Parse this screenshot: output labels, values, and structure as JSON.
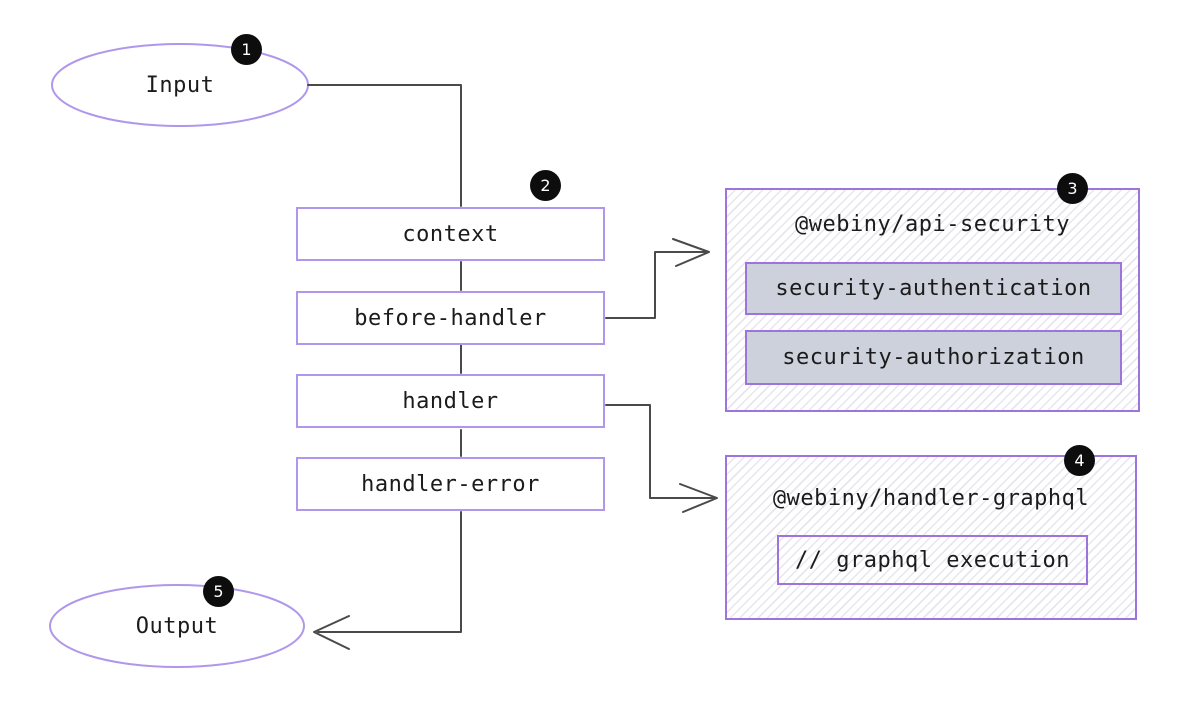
{
  "nodes": {
    "input": {
      "label": "Input",
      "badge": "1"
    },
    "output": {
      "label": "Output",
      "badge": "5"
    },
    "pipeline": {
      "badge": "2",
      "steps": [
        "context",
        "before-handler",
        "handler",
        "handler-error"
      ]
    },
    "security_panel": {
      "badge": "3",
      "title": "@webiny/api-security",
      "plugins": [
        "security-authentication",
        "security-authorization"
      ]
    },
    "graphql_panel": {
      "badge": "4",
      "title": "@webiny/handler-graphql",
      "plugins": [
        "// graphql execution"
      ]
    }
  },
  "colors": {
    "node_border": "#b097ec",
    "panel_border": "#9d74dd",
    "plugin_fill": "#ccd1db",
    "badge_bg": "#0d0d0d",
    "badge_text": "#ffffff",
    "connector": "#4a4a4a",
    "text": "#1b1b1b"
  }
}
